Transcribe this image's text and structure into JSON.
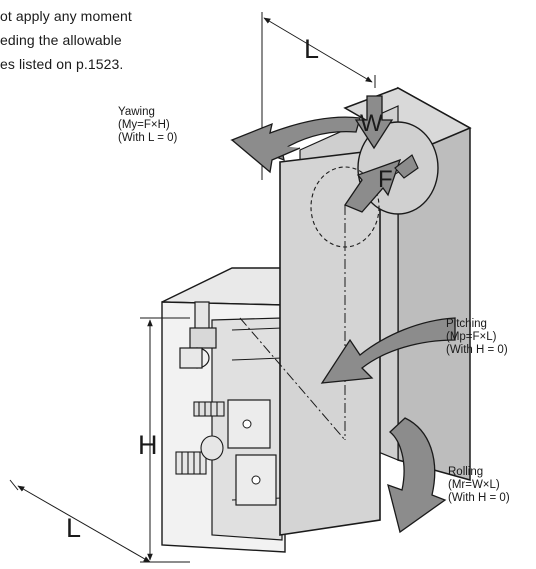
{
  "caption_lines": [
    "ot apply any moment",
    "eding the allowable",
    "es listed on p.1523."
  ],
  "yawing": {
    "name": "Yawing",
    "formula": "(My=F×H)",
    "condition": "(With L = 0)"
  },
  "pitching": {
    "name": "Pitching",
    "formula": "(Mp=F×L)",
    "condition": "(With H = 0)"
  },
  "rolling": {
    "name": "Rolling",
    "formula": "(Mr=W×L)",
    "condition": "(With H = 0)"
  },
  "force_labels": {
    "w": "W",
    "f": "F"
  },
  "dimension_labels": {
    "top_l": "L",
    "height_h": "H",
    "bottom_l": "L"
  },
  "colors": {
    "plate": "#d4d4d4",
    "plate_side": "#bdbdbd",
    "arrow": "#8c8c8c",
    "line": "#1a1a1a"
  }
}
